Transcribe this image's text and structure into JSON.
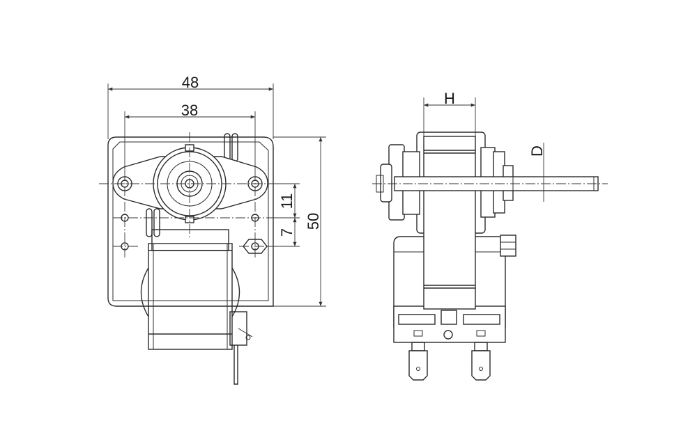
{
  "dimensions": {
    "overall_width": "48",
    "hole_spacing": "38",
    "overall_height": "50",
    "offset_upper": "11",
    "offset_lower": "7",
    "stack_height": "H",
    "shaft_diameter": "D"
  },
  "colors": {
    "line": "#2b2b2b",
    "background": "#ffffff"
  }
}
